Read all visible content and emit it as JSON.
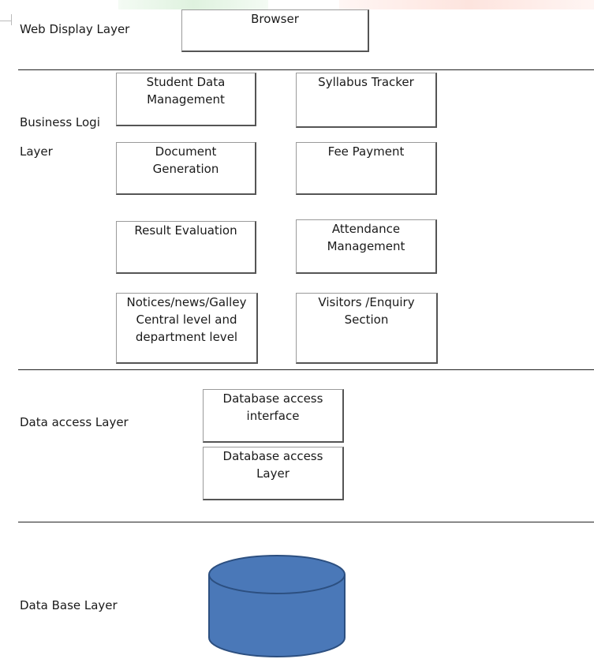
{
  "layers": {
    "web_display": "Web Display Layer",
    "business_logic_line1": "Business Logi",
    "business_logic_line2": "Layer",
    "data_access": "Data access Layer",
    "data_base": "Data Base Layer"
  },
  "components": {
    "browser": "Browser",
    "student_data": "Student Data\nManagement",
    "syllabus": "Syllabus Tracker",
    "document": "Document\nGeneration",
    "fee": "Fee Payment",
    "result": "Result Evaluation",
    "attendance": "Attendance\nManagement",
    "notices": "Notices/news/Galley\nCentral level and\ndepartment level",
    "visitors": "Visitors /Enquiry\nSection",
    "db_interface": "Database access\ninterface",
    "db_layer": "Database access\nLayer"
  },
  "colors": {
    "database_fill": "#4a78b8",
    "database_stroke": "#2c4f80"
  }
}
